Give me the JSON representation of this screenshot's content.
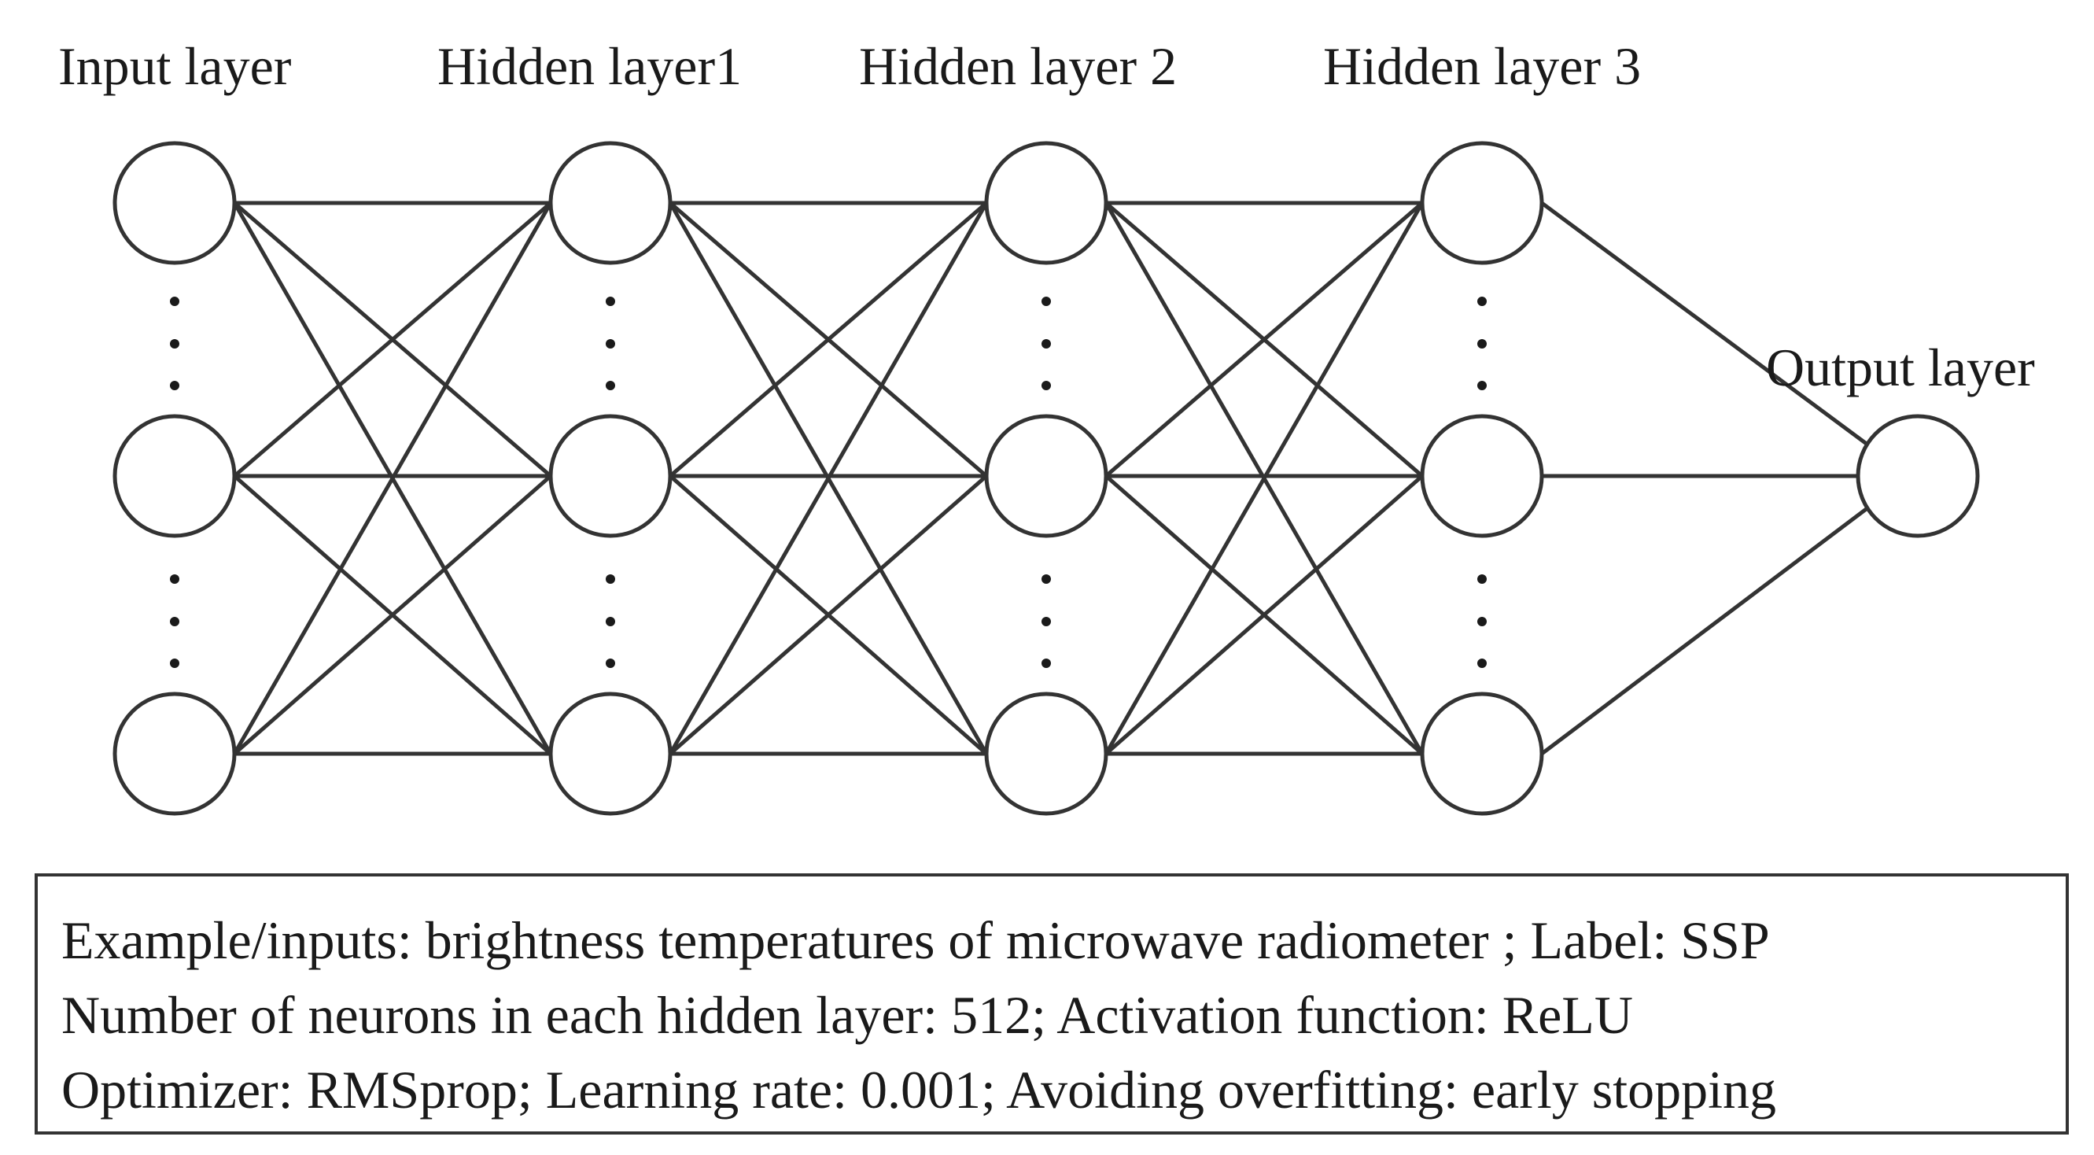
{
  "layers": [
    {
      "label": "Input layer"
    },
    {
      "label": "Hidden layer1"
    },
    {
      "label": "Hidden layer 2"
    },
    {
      "label": "Hidden layer 3"
    },
    {
      "label": "Output layer"
    }
  ],
  "info": {
    "line1": "Example/inputs: brightness temperatures of microwave radiometer ; Label: SSP",
    "line2": "Number of neurons in each hidden layer: 512; Activation function: ReLU",
    "line3": "Optimizer: RMSprop; Learning rate: 0.001; Avoiding overfitting: early stopping"
  },
  "colors": {
    "stroke": "#333333",
    "text": "#1a1a1a"
  }
}
